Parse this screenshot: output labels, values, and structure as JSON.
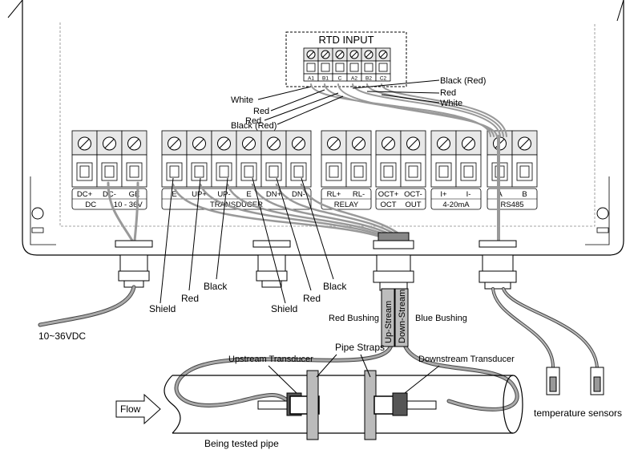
{
  "rtd": {
    "title": "RTD  INPUT",
    "terminals": [
      "A1",
      "B1",
      "C",
      "A2",
      "B2",
      "C2"
    ],
    "left_wires": [
      "White",
      "Red",
      "Red",
      "Black (Red)"
    ],
    "right_wires": [
      "Black (Red)",
      "Red",
      "White"
    ]
  },
  "blocks": {
    "power": {
      "top": [
        "DC+",
        "DC-",
        "GE"
      ],
      "bottom": [
        "DC",
        "10 - 36V"
      ]
    },
    "transducer": {
      "top": [
        "E",
        "UP+",
        "UP-",
        "E",
        "DN+",
        "DN-"
      ],
      "bottom": "TRANSDUCER"
    },
    "relay": {
      "top": [
        "RL+",
        "RL-"
      ],
      "bottom": "RELAY"
    },
    "oct": {
      "top": [
        "OCT+",
        "OCT-"
      ],
      "bottom": [
        "OCT",
        "OUT"
      ]
    },
    "current": {
      "top": [
        "I+",
        "I-"
      ],
      "bottom": "4-20mA"
    },
    "rs485": {
      "top": [
        "A",
        "B"
      ],
      "bottom": "RS485"
    }
  },
  "wire_labels": {
    "shield_left": "Shield",
    "red_left": "Red",
    "black_left": "Black",
    "shield_right": "Shield",
    "red_right": "Red",
    "black_right": "Black"
  },
  "power_label": "10~36VDC",
  "bushings": {
    "red": "Red Bushing",
    "blue": "Blue Bushing",
    "up": "Up-Stream",
    "down": "Down-Stream"
  },
  "pipe": {
    "straps": "Pipe Straps",
    "upstream": "Upstream Transducer",
    "downstream": "Downstream Transducer",
    "flow": "Flow",
    "caption": "Being tested pipe"
  },
  "temperature_sensors": "temperature sensors",
  "colors": {
    "line": "#000000",
    "cable": "#aaaaaa",
    "cable_edge": "#444444",
    "cable_fill": "#cfcfcf"
  }
}
